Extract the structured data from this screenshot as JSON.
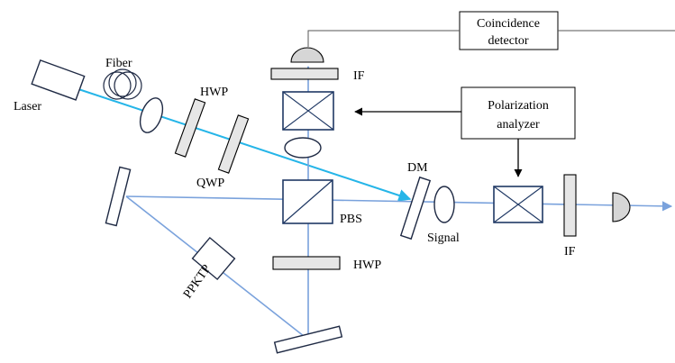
{
  "labels": {
    "laser": "Laser",
    "fiber": "Fiber",
    "hwp_top": "HWP",
    "qwp": "QWP",
    "if_top": "IF",
    "pbs": "PBS",
    "hwp_bottom": "HWP",
    "ppktp": "PPKTP",
    "dm": "DM",
    "signal": "Signal",
    "if_right": "IF",
    "coincidence_line1": "Coincidence",
    "coincidence_line2": "detector",
    "polarization_line1": "Polarization",
    "polarization_line2": "analyzer"
  },
  "colors": {
    "pump_beam": "#25b5e8",
    "photon_beam": "#7aa2dc",
    "component_stroke": "#1f2a44",
    "detector_fill": "#d6d6d6"
  }
}
